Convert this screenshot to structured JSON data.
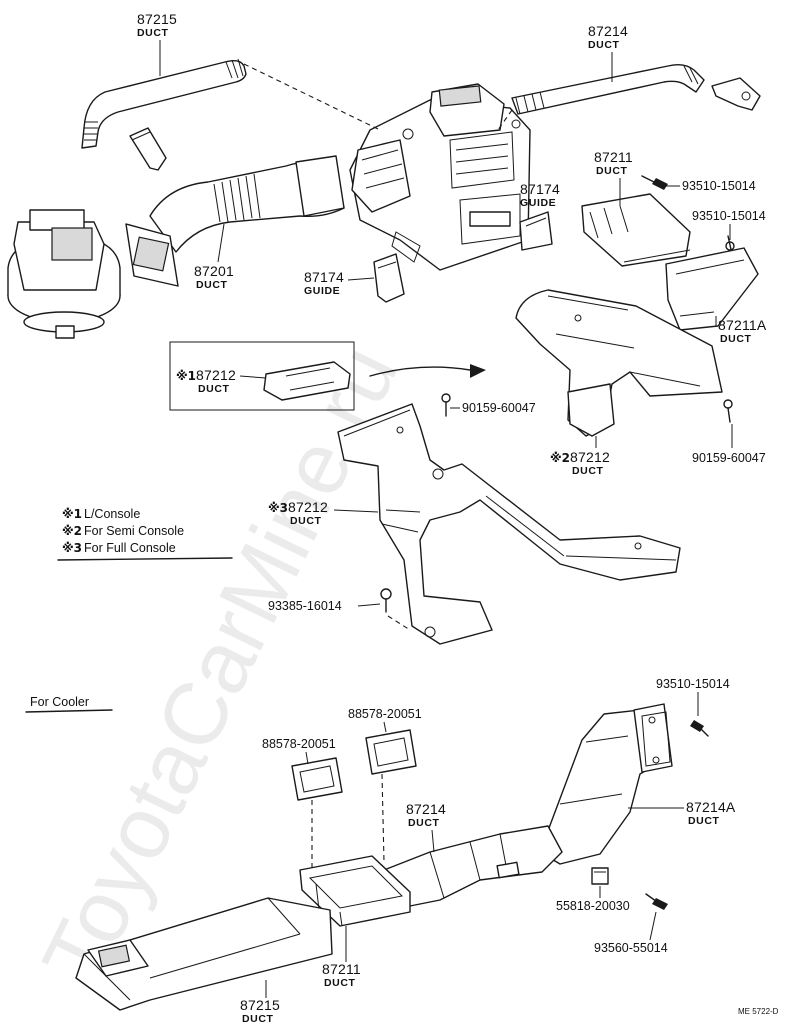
{
  "watermark": "ToyotaCarMine.ru",
  "drawing_code": "ME 5722-D",
  "top_labels": {
    "p87215_num": "87215",
    "p87215_name": "DUCT",
    "p87214_num": "87214",
    "p87214_name": "DUCT",
    "p87211_num": "87211",
    "p87211_name": "DUCT",
    "b93510a": "93510-15014",
    "b93510b": "93510-15014",
    "p87211A_num": "87211A",
    "p87211A_name": "DUCT",
    "p87174a_num": "87174",
    "p87174a_name": "GUIDE",
    "p87174b_num": "87174",
    "p87174b_name": "GUIDE",
    "p87201_num": "87201",
    "p87201_name": "DUCT",
    "p87212_1_mark": "※1",
    "p87212_1_num": "87212",
    "p87212_1_name": "DUCT",
    "b90159a": "90159-60047",
    "b90159b": "90159-60047",
    "p87212_2_mark": "※2",
    "p87212_2_num": "87212",
    "p87212_2_name": "DUCT",
    "p87212_3_mark": "※3",
    "p87212_3_num": "87212",
    "p87212_3_name": "DUCT",
    "b93385": "93385-16014"
  },
  "legend": [
    {
      "mark": "※1",
      "text": "L/Console"
    },
    {
      "mark": "※2",
      "text": "For Semi Console"
    },
    {
      "mark": "※3",
      "text": "For Full Console"
    }
  ],
  "cooler": {
    "section_title": "For Cooler",
    "b93510": "93510-15014",
    "g88578a": "88578-20051",
    "g88578b": "88578-20051",
    "p87214_num": "87214",
    "p87214_name": "DUCT",
    "p87214A_num": "87214A",
    "p87214A_name": "DUCT",
    "c55818": "55818-20030",
    "b93560": "93560-55014",
    "p87211_num": "87211",
    "p87211_name": "DUCT",
    "p87215_num": "87215",
    "p87215_name": "DUCT"
  }
}
